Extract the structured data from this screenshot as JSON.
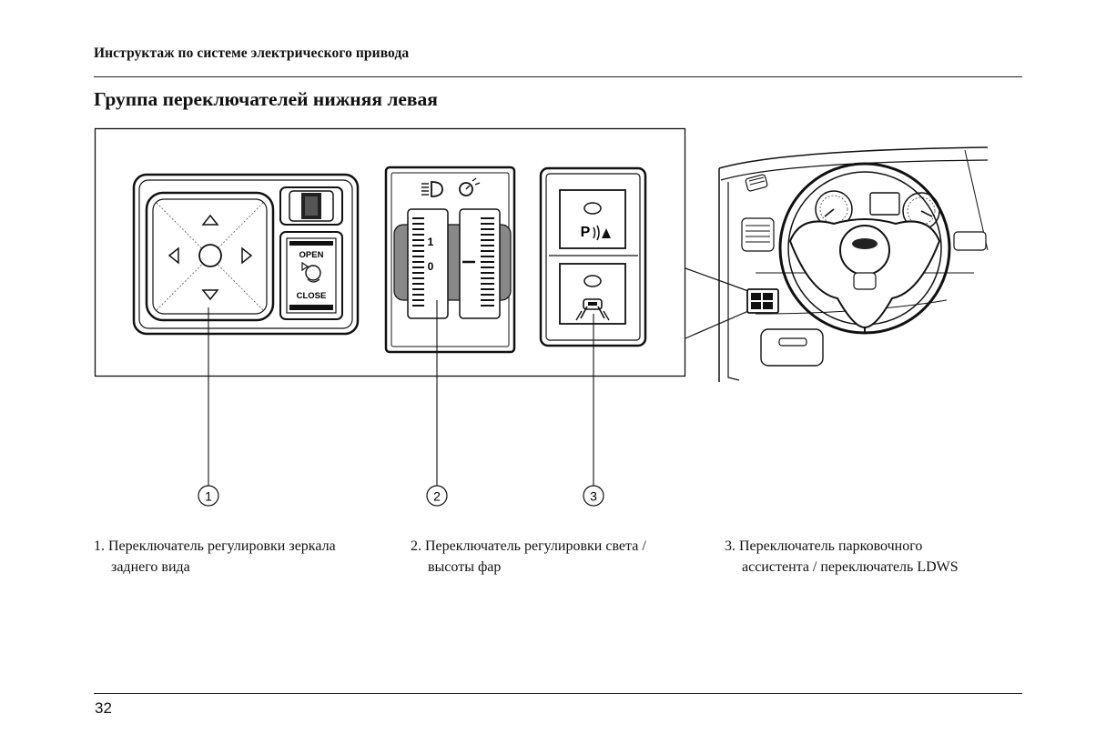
{
  "header": {
    "text": "Инструктаж по системе электрического привода"
  },
  "section": {
    "title": "Группа переключателей нижняя левая"
  },
  "figure": {
    "mirror_switch": {
      "open_label": "OPEN",
      "close_label": "CLOSE"
    },
    "light_switch": {
      "wheel_marks": [
        "1",
        "0"
      ]
    },
    "park_switch": {
      "label": "P"
    },
    "callouts": [
      "1",
      "2",
      "3"
    ]
  },
  "captions": [
    {
      "line1": "1. Переключатель регулировки зеркала",
      "line2": "заднего вида"
    },
    {
      "line1": "2. Переключатель регулировки света /",
      "line2": "высоты фар"
    },
    {
      "line1": "3. Переключатель парковочного",
      "line2": "ассистента / переключатель LDWS"
    }
  ],
  "footer": {
    "page_number": "32"
  },
  "icons": [
    "mirror-direction-pad-icon",
    "arrow-up-icon",
    "arrow-down-icon",
    "arrow-left-icon",
    "arrow-right-icon",
    "mirror-fold-icon",
    "headlight-icon",
    "dashboard-light-icon",
    "parking-assist-icon",
    "lane-departure-icon",
    "steering-wheel-icon"
  ],
  "colors": {
    "text": "#111111",
    "line": "#222222",
    "background": "#ffffff"
  }
}
